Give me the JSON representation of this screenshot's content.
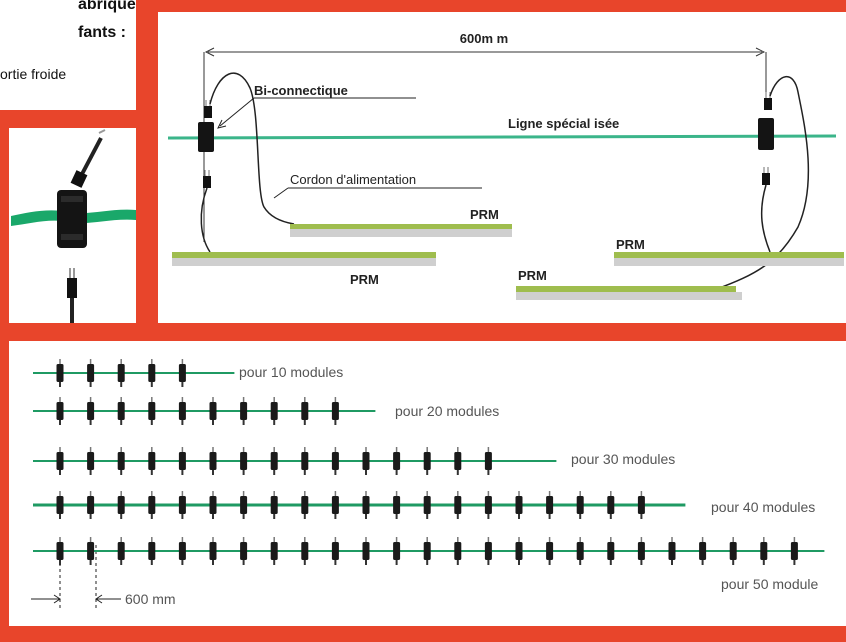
{
  "intro": {
    "line1": "abriques,",
    "line2": "fants :",
    "line3": "ortie froide"
  },
  "diagram": {
    "dimension_label": "600m m",
    "bi_connectique_label": "Bi-connectique",
    "ligne_label": "Ligne spécial isée",
    "cordon_label": "Cordon d'alimentation",
    "prm_labels": [
      "PRM",
      "PRM",
      "PRM",
      "PRM"
    ]
  },
  "modules": {
    "rows": [
      {
        "label": "pour 10 modules",
        "connectors": 5
      },
      {
        "label": "pour 20 modules",
        "connectors": 10
      },
      {
        "label": "pour 30 modules",
        "connectors": 15
      },
      {
        "label": "pour 40 modules",
        "connectors": 20
      },
      {
        "label": "pour 50 module",
        "connectors": 25
      }
    ],
    "spacing_label": "600 mm"
  },
  "colors": {
    "frame": "#e8452b",
    "line_green": "#1f9a63",
    "prm_green": "#9fbd4e",
    "prm_grey": "#cfcfcf",
    "connector": "#1a1a1a"
  }
}
